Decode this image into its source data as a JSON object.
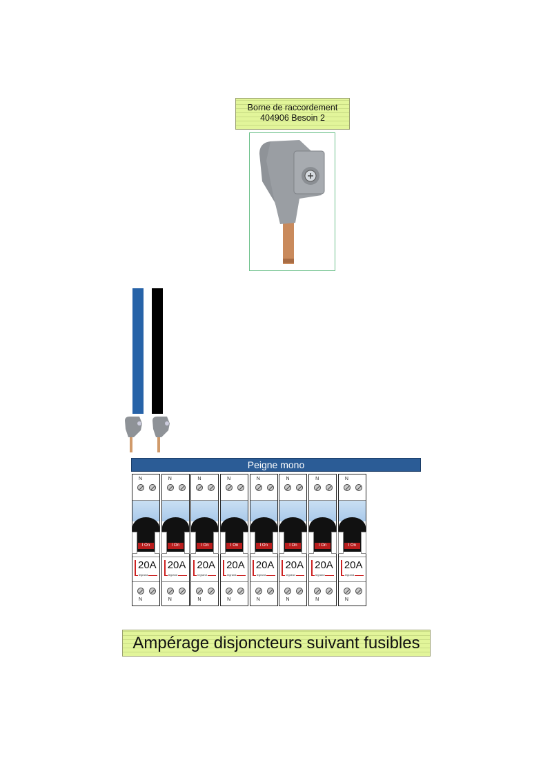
{
  "top_label": {
    "line1": "Borne de raccordement",
    "line2": "404906 Besoin 2"
  },
  "bar_label": "Peigne mono",
  "bottom_label": "Ampérage disjoncteurs suivant fusibles",
  "colors": {
    "note": "#e2f59a",
    "bar": "#2b5c96",
    "cable_blue": "#2763a8",
    "cable_black": "#000000"
  },
  "breaker_common": {
    "neutral": "N",
    "switch": "I On",
    "brand": "legrand"
  },
  "breakers": [
    {
      "rating": "20A"
    },
    {
      "rating": "20A"
    },
    {
      "rating": "20A"
    },
    {
      "rating": "20A"
    },
    {
      "rating": "20A"
    },
    {
      "rating": "20A"
    },
    {
      "rating": "20A"
    },
    {
      "rating": "20A"
    }
  ]
}
